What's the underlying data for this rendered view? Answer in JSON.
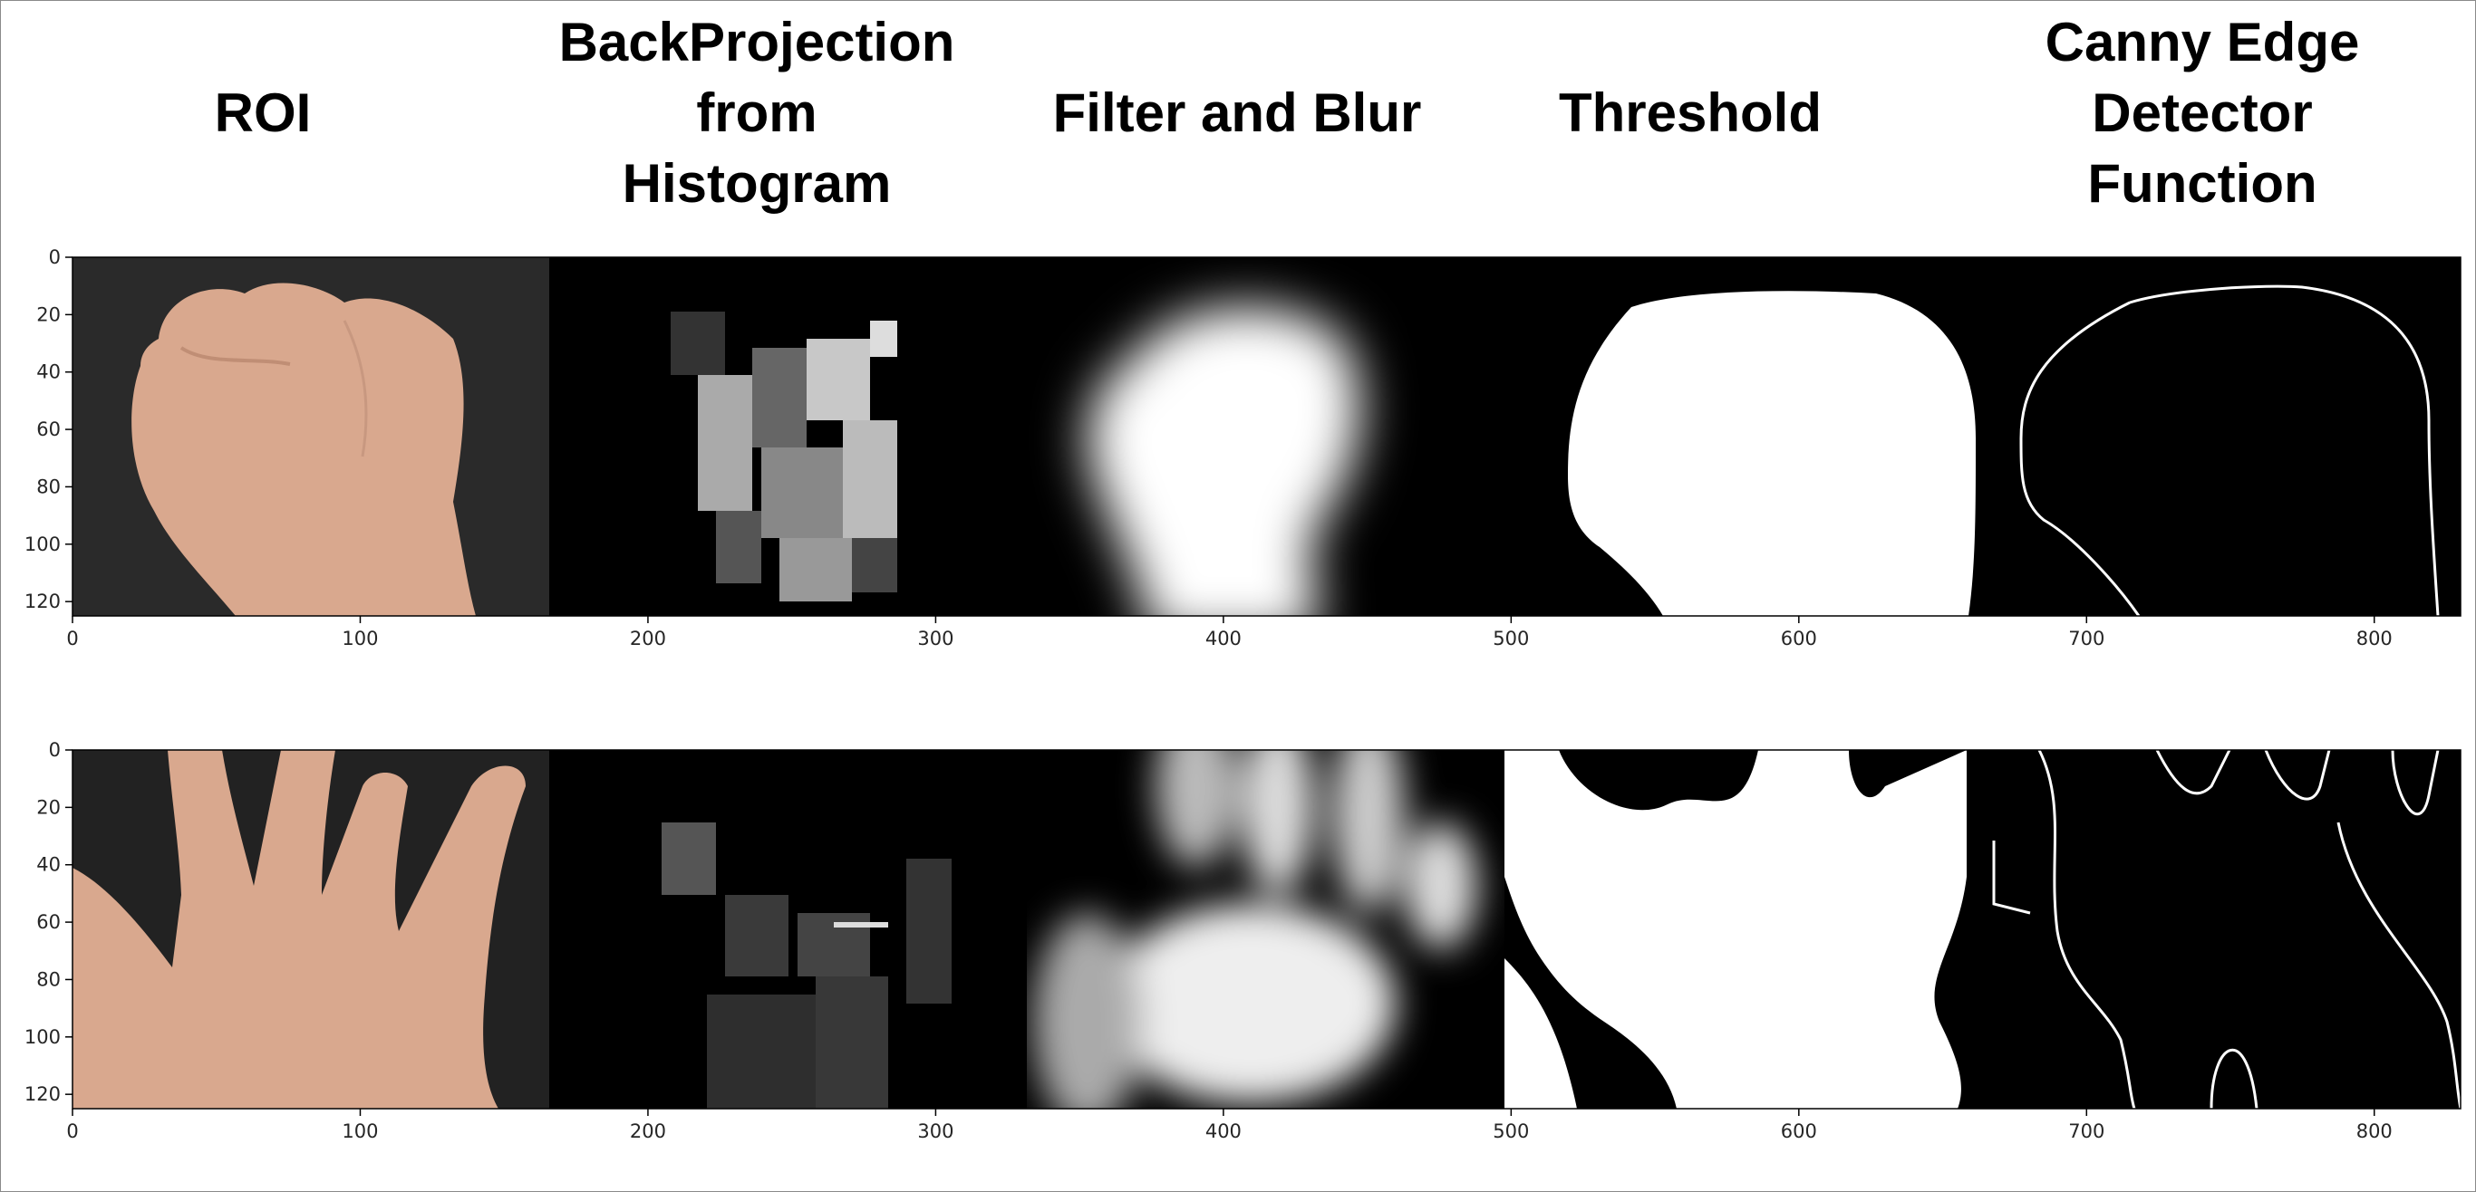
{
  "columns": [
    "ROI",
    "BackProjection\nfrom\nHistogram",
    "Filter and Blur",
    "Threshold",
    "Canny Edge\nDetector\nFunction"
  ],
  "axes": {
    "x_ticks": [
      "0",
      "100",
      "200",
      "300",
      "400",
      "500",
      "600",
      "700",
      "800"
    ],
    "y_ticks": [
      "0",
      "20",
      "40",
      "60",
      "80",
      "100",
      "120"
    ],
    "x_range": [
      0,
      830
    ],
    "y_range": [
      0,
      125
    ]
  },
  "rows": [
    {
      "panels": [
        "roi-fist",
        "backprojection-fist",
        "filter-blur-fist",
        "threshold-fist",
        "canny-fist"
      ]
    },
    {
      "panels": [
        "roi-open-hand",
        "backprojection-open-hand",
        "filter-blur-open-hand",
        "threshold-open-hand",
        "canny-open-hand"
      ]
    }
  ],
  "colors": {
    "skin": "#d9a88e",
    "roi_background": "#2a2a2a",
    "mask_white": "#ffffff",
    "mask_black": "#000000"
  }
}
